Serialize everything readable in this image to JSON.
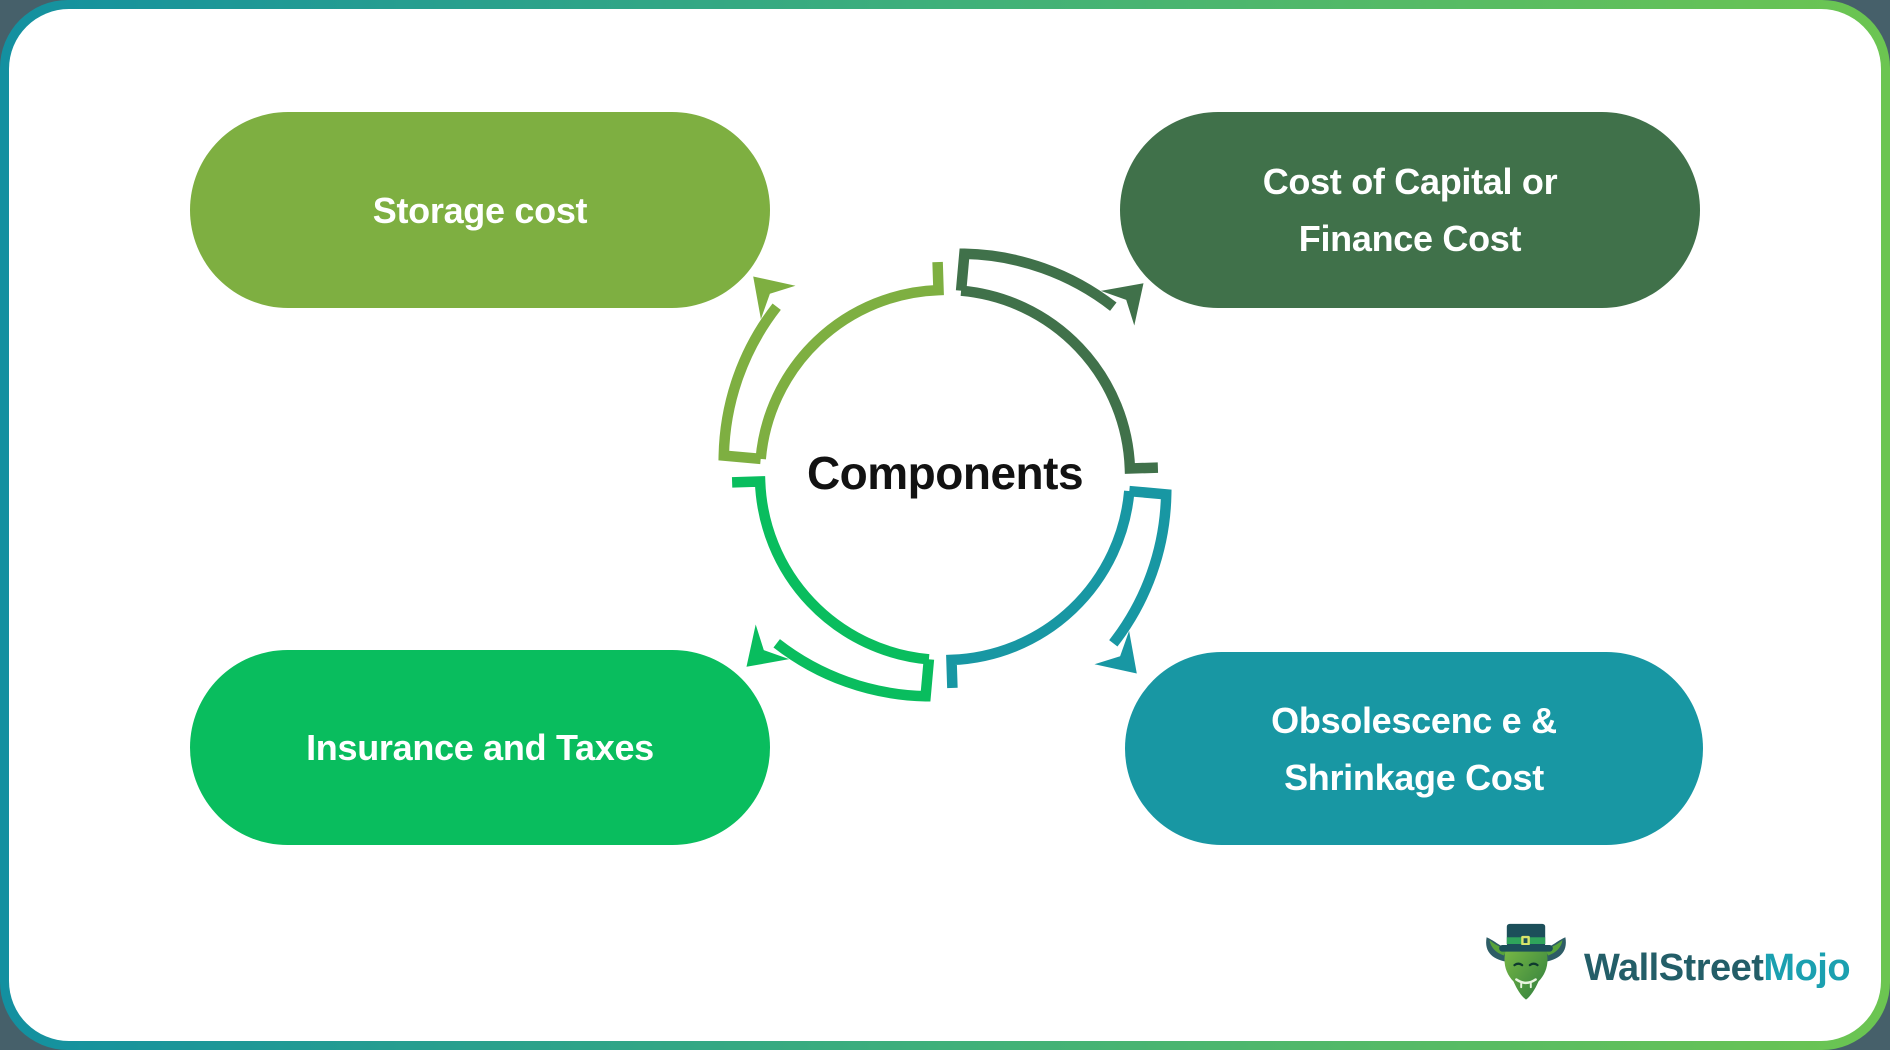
{
  "page": {
    "outer_background": "#46606A",
    "card_background": "#FFFFFF",
    "border_gradient": [
      "#1390A0",
      "#3FB07A",
      "#6CC551"
    ]
  },
  "diagram": {
    "center_label": "Components",
    "center_text_color": "#121212",
    "pill_text_color": "#FFFFFF",
    "nodes": {
      "top_left": {
        "lines": [
          "Storage cost"
        ],
        "color": "#7EAF41"
      },
      "top_right": {
        "lines": [
          "Cost of Capital or",
          "Finance Cost"
        ],
        "color": "#40714A"
      },
      "bottom_left": {
        "lines": [
          "Insurance and Taxes"
        ],
        "color": "#09BD5E"
      },
      "bottom_right": {
        "lines": [
          "Obsolescenc e &",
          "Shrinkage Cost"
        ],
        "color": "#1897A3"
      }
    },
    "arrow_colors": {
      "top_left": "#7EAF41",
      "top_right": "#40714A",
      "bottom_right": "#1897A3",
      "bottom_left": "#09BD5E"
    }
  },
  "logo": {
    "brand_first": "WallStreet",
    "brand_second": "Mojo",
    "first_color": "#235E68",
    "second_color": "#1BA0B0",
    "bull_hat_color": "#1C4F5A",
    "bull_face_color": "#5EA93C"
  }
}
